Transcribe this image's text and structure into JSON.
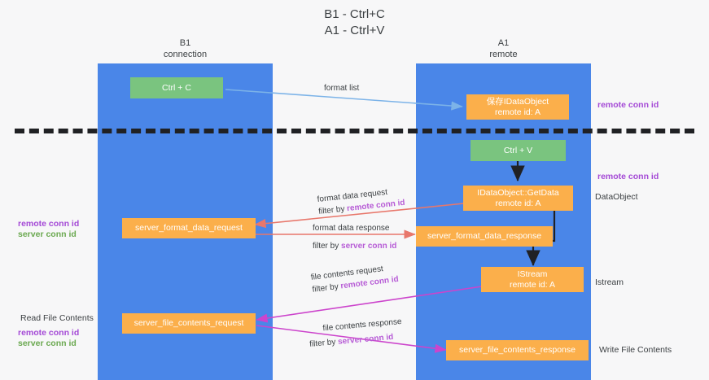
{
  "title": "B1 - Ctrl+C\nA1 - Ctrl+V",
  "lanes": [
    {
      "id": "b1",
      "label": "B1\nconnection"
    },
    {
      "id": "a1",
      "label": "A1\nremote"
    }
  ],
  "nodes": [
    {
      "id": "ctrl-c",
      "label": "Ctrl + C",
      "color": "green"
    },
    {
      "id": "idataobject-store",
      "label": "保存IDataObject\nremote id: A",
      "color": "orange"
    },
    {
      "id": "ctrl-v",
      "label": "Ctrl + V",
      "color": "green"
    },
    {
      "id": "idataobject-getdata",
      "label": "IDataObject::GetData\nremote id: A",
      "color": "orange"
    },
    {
      "id": "server-format-data-request",
      "label": "server_format_data_request",
      "color": "orange"
    },
    {
      "id": "server-format-data-response",
      "label": "server_format_data_response",
      "color": "orange"
    },
    {
      "id": "istream",
      "label": "IStream\nremote id: A",
      "color": "orange"
    },
    {
      "id": "server-file-contents-request",
      "label": "server_file_contents_request",
      "color": "orange"
    },
    {
      "id": "server-file-contents-response",
      "label": "server_file_contents_response",
      "color": "orange"
    }
  ],
  "edge_labels": {
    "format_list": "format list",
    "format_data_request": "format data request",
    "format_data_request_filter_prefix": "filter by ",
    "format_data_request_filter_key": "remote conn id",
    "format_data_response": "format data response",
    "format_data_response_filter_prefix": "filter by ",
    "format_data_response_filter_key": "server conn id",
    "file_contents_request": "file contents request",
    "file_contents_request_filter_prefix": "filter by ",
    "file_contents_request_filter_key": "remote conn id",
    "file_contents_response": "file contents response",
    "file_contents_response_filter_prefix": "filter by ",
    "file_contents_response_filter_key": "server conn id"
  },
  "annotations": {
    "right_remote_conn_id_top": "remote conn id",
    "right_remote_conn_id_mid": "remote conn id",
    "right_dataobject": "DataObject",
    "right_istream": "Istream",
    "right_write_file_contents": "Write File Contents",
    "left_remote_conn_id": "remote conn id",
    "left_server_conn_id": "server conn id",
    "left_read_file_contents": "Read File Contents",
    "left_remote_conn_id_2": "remote conn id",
    "left_server_conn_id_2": "server conn id"
  },
  "colors": {
    "lane": "#4a86e8",
    "node_green": "#7ac47f",
    "node_orange": "#fbaf4b",
    "divider": "#202124",
    "arrow_format_list": "#7cb3e8",
    "arrow_red": "#e8776b",
    "arrow_magenta": "#cc44cc",
    "arrow_black": "#202124",
    "text_purple": "#a449d6",
    "text_green": "#6aa84f",
    "background": "#f7f7f8"
  }
}
